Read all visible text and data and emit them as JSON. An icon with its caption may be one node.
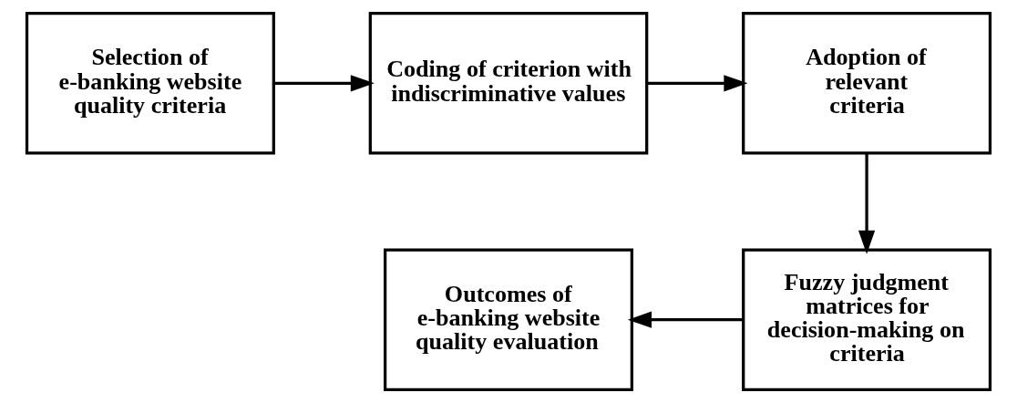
{
  "diagram": {
    "nodes": [
      {
        "text": [
          "Selection of e-banking website quality criteria"
        ]
      },
      {
        "text": [
          "Coding of criterion with indiscriminative values"
        ]
      },
      {
        "text": [
          "Adoption of relevant criteria"
        ]
      },
      {
        "text": [
          "Fuzzy judgment matrices for decision-making on criteria"
        ]
      },
      {
        "text": [
          "Outcomes of e-banking website quality evaluation"
        ]
      }
    ],
    "edges": [
      {
        "from": 0,
        "to": 1,
        "arrow": "to"
      },
      {
        "from": 1,
        "to": 2,
        "arrow": "to"
      },
      {
        "from": 2,
        "to": 3,
        "arrow": "to"
      },
      {
        "from": 3,
        "to": 4,
        "arrow": "to"
      }
    ]
  }
}
